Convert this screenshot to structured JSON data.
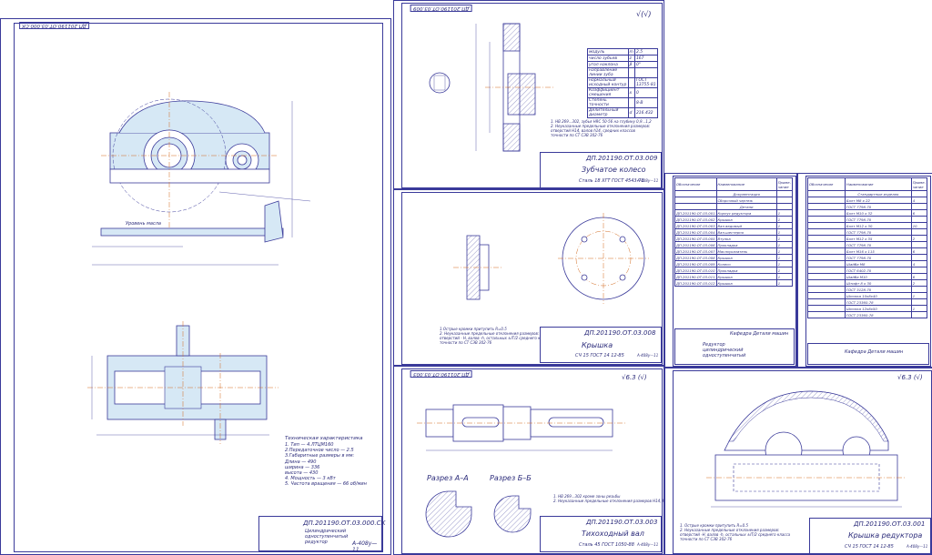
{
  "colors": {
    "line": "#3a3a9a",
    "fill": "#d6e8f5",
    "center": "#d2691e",
    "hatch": "#5a5aaa"
  },
  "sheet1": {
    "tag": "ДП.201190.ОТ.03.000.СК",
    "code": "ДП.201190.ОТ.03.000.СК",
    "title": "Цилиндрический одноступенчатый редуктор",
    "specs_title": "Техническая характеристика",
    "specs": [
      "1. Тип — 4.ЛТЦМ160",
      "2.Передаточное число — 2.5",
      "3.Габаритные размеры в мм:",
      "Длина — 490",
      "ширина — 336",
      "высота — 430",
      "4. Мощность — 3 кВт",
      "5. Частота вращения — 66 об/мин"
    ],
    "oil_label": "Уровень масла",
    "org": "А-408у—11"
  },
  "sheet2": {
    "tag": "ДП.201190.ОТ.03.009",
    "code": "ДП.201190.ОТ.03.009",
    "title": "Зубчатое колесо",
    "material": "Сталь 18 ХГТ ГОСТ 4543-71",
    "roughness": "√(√)",
    "params": [
      [
        "модуль",
        "m",
        "2.5"
      ],
      [
        "число зубьев",
        "z",
        "167"
      ],
      [
        "угол наклона",
        "β",
        "0°"
      ],
      [
        "направление линии зуба",
        "",
        ""
      ],
      [
        "нормальный исходный контур",
        "",
        "ГОСТ 13755-81"
      ],
      [
        "Коэффициент смещения",
        "x",
        "0"
      ],
      [
        "Степень точности",
        "",
        "8-В"
      ],
      [
        "Делительный диаметр",
        "d",
        "216.432"
      ]
    ],
    "notes": "1. НВ 269...302, зубья HRC 50-56 на глубину 0,9...1,2\n2. Неуказанные предельные отклонения размеров:\nотверстий Н14, валов h14, средних классов\nточности по СТ СЭВ 302-76",
    "org": "А-408у—11"
  },
  "sheet3": {
    "code": "ДП.201190.ОТ.03.008",
    "title": "Крышка",
    "material": "СЧ 15 ГОСТ 14 12-85",
    "notes": "1.Острые кромки притупить R=0.5\n2. Неуказанные предельные отклонения размеров:\nотверстий - Н, валов -h, остальных ±IT/2 среднего класса\nточности по СТ СЭВ 302-76",
    "org": "А-408у—11"
  },
  "sheet4": {
    "title": "Редуктор цилиндрический одноступенчатый",
    "org": "Кафедра Детали машин",
    "headers": [
      "Обозначение",
      "Наименование",
      "Приме-чание"
    ],
    "section1": "Документация",
    "doc": "Сборочный чертеж",
    "section2": "Детали",
    "rows": [
      [
        "ДП.201190.ОТ.03.001",
        "Корпус редуктора",
        "1"
      ],
      [
        "ДП.201190.ОТ.03.002",
        "Крышка",
        "1"
      ],
      [
        "ДП.201190.ОТ.03.003",
        "Вал ведомый",
        "1"
      ],
      [
        "ДП.201190.ОТ.03.004",
        "Вал-шестерня",
        "1"
      ],
      [
        "ДП.201190.ОТ.03.005",
        "Втулка",
        "1"
      ],
      [
        "ДП.201190.ОТ.03.006",
        "Прокладка",
        "1"
      ],
      [
        "ДП.201190.ОТ.03.007",
        "Маслоуказатель",
        "1"
      ],
      [
        "ДП.201190.ОТ.03.008",
        "Крышка",
        "1"
      ],
      [
        "ДП.201190.ОТ.03.009",
        "Колесо",
        "1"
      ],
      [
        "ДП.201190.ОТ.03.010",
        "Прокладка",
        "1"
      ],
      [
        "ДП.201190.ОТ.03.011",
        "Крышка",
        "1"
      ],
      [
        "ДП.201190.ОТ.03.012",
        "Крышка",
        "1"
      ]
    ]
  },
  "sheet5": {
    "org": "Кафедра Детали машин",
    "section": "Стандартные изделия",
    "rows": [
      [
        "",
        "Болт М8 х 22",
        "4"
      ],
      [
        "",
        "ГОСТ 7798-70",
        ""
      ],
      [
        "",
        "Болт М10 х 32",
        "6"
      ],
      [
        "",
        "ГОСТ 7798-70",
        ""
      ],
      [
        "",
        "Болт М12 х 30",
        "10"
      ],
      [
        "",
        "ГОСТ 7798-70",
        ""
      ],
      [
        "",
        "Болт М12 х 35",
        "2"
      ],
      [
        "",
        "ГОСТ 7798-70",
        ""
      ],
      [
        "",
        "Болт М16 х 115",
        "6"
      ],
      [
        "",
        "ГОСТ 7798-70",
        ""
      ],
      [
        "",
        "Шайба М8",
        "4"
      ],
      [
        "",
        "ГОСТ 6402-70",
        ""
      ],
      [
        "",
        "Шайба М10",
        "6"
      ],
      [
        "",
        "Штифт 8 х 30",
        "2"
      ],
      [
        "",
        "ГОСТ 3128-70",
        ""
      ],
      [
        "",
        "Шпонка 10х8х40",
        "1"
      ],
      [
        "",
        "ГОСТ 23360-78",
        ""
      ],
      [
        "",
        "Шпонка 12х8х50",
        "1"
      ],
      [
        "",
        "ГОСТ 23360-78",
        ""
      ]
    ]
  },
  "sheet6": {
    "tag": "ДП.201190.ОТ.03.003",
    "code": "ДП.201190.ОТ.03.003",
    "title": "Тихоходный вал",
    "material": "Сталь 45 ГОСТ 1050-88",
    "section_a": "Разрез А–А",
    "section_b": "Разрез Б–Б",
    "roughness": "√6.3 (√)",
    "notes": "1. НВ 269...302 кроме зоны резьбы\n2. Неуказанные предельные отклонения размеров Н14, h14,",
    "org": "А-408у—11"
  },
  "sheet7": {
    "code": "ДП.201190.ОТ.03.001",
    "title": "Крышка редуктора",
    "material": "СЧ 15 ГОСТ 14 12-85",
    "roughness": "√6.3 (√)",
    "notes": "1. Острые кромки притупить R=0.5\n2. Неуказанные предельные отклонения размеров:\nотверстий -Н, валов -h, остальных ±IT/2 среднего класса\nточности по СТ СЭВ 302-76",
    "org": "А-408у—11"
  }
}
